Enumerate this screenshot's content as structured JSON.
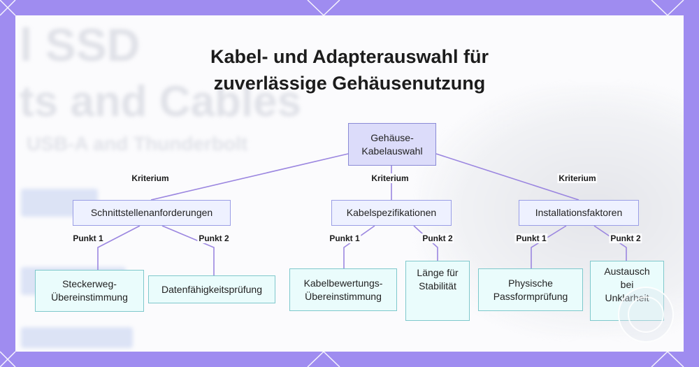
{
  "background": {
    "frame_color": "#9f8cf0",
    "ghost_text": [
      "l SSD",
      "ts and Cables",
      "USB-A and Thunderbolt"
    ]
  },
  "diagram": {
    "title_line1": "Kabel- und Adapterauswahl für",
    "title_line2": "zuverlässige Gehäusenutzung",
    "root": {
      "label_line1": "Gehäuse-",
      "label_line2": "Kabelauswahl"
    },
    "criterion_label": "Kriterium",
    "point1_label": "Punkt 1",
    "point2_label": "Punkt 2",
    "branches": [
      {
        "label": "Schnittstellenanforderungen",
        "leaves": [
          {
            "line1": "Steckerweg-",
            "line2": "Übereinstimmung"
          },
          {
            "line1": "Datenfähigkeitsprüfung",
            "line2": ""
          }
        ]
      },
      {
        "label": "Kabelspezifikationen",
        "leaves": [
          {
            "line1": "Kabelbewertungs-",
            "line2": "Übereinstimmung"
          },
          {
            "line1": "Länge für",
            "line2": "Stabilität"
          }
        ]
      },
      {
        "label": "Installationsfaktoren",
        "leaves": [
          {
            "line1": "Physische",
            "line2": "Passformprüfung"
          },
          {
            "line1": "Austausch",
            "line2": "bei",
            "line3": "Unklarheit"
          }
        ]
      }
    ],
    "colors": {
      "line": "#9b86e0",
      "root_fill": "#dcdcfa",
      "mid_fill": "#eef1ff",
      "leaf_fill": "#eafcfc"
    }
  }
}
